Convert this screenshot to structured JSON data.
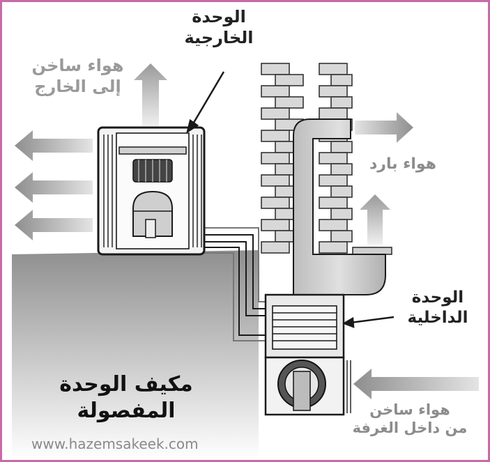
{
  "labels": {
    "outdoor_unit": [
      "الوحدة",
      "الخارجية"
    ],
    "hot_air_outside": [
      "هواء ساخن",
      "إلى الخارج"
    ],
    "cold_air": [
      "هواء بارد"
    ],
    "indoor_unit": [
      "الوحدة",
      "الداخلية"
    ],
    "hot_air_room": [
      "هواء ساخن",
      "من داخل الغرفة"
    ],
    "title": [
      "مكيف الوحدة",
      "المفصولة"
    ]
  },
  "website": "www.hazemsakeek.com",
  "colors": {
    "border": "#c86aa8",
    "arrow_gray": "#a0a0a0",
    "brick": "#d6d6d6",
    "ground": "#9a9a9a",
    "outline": "#1a1a1a"
  },
  "icons": [
    "fan-icon",
    "compressor-icon",
    "blower-icon",
    "arrow-icon"
  ]
}
